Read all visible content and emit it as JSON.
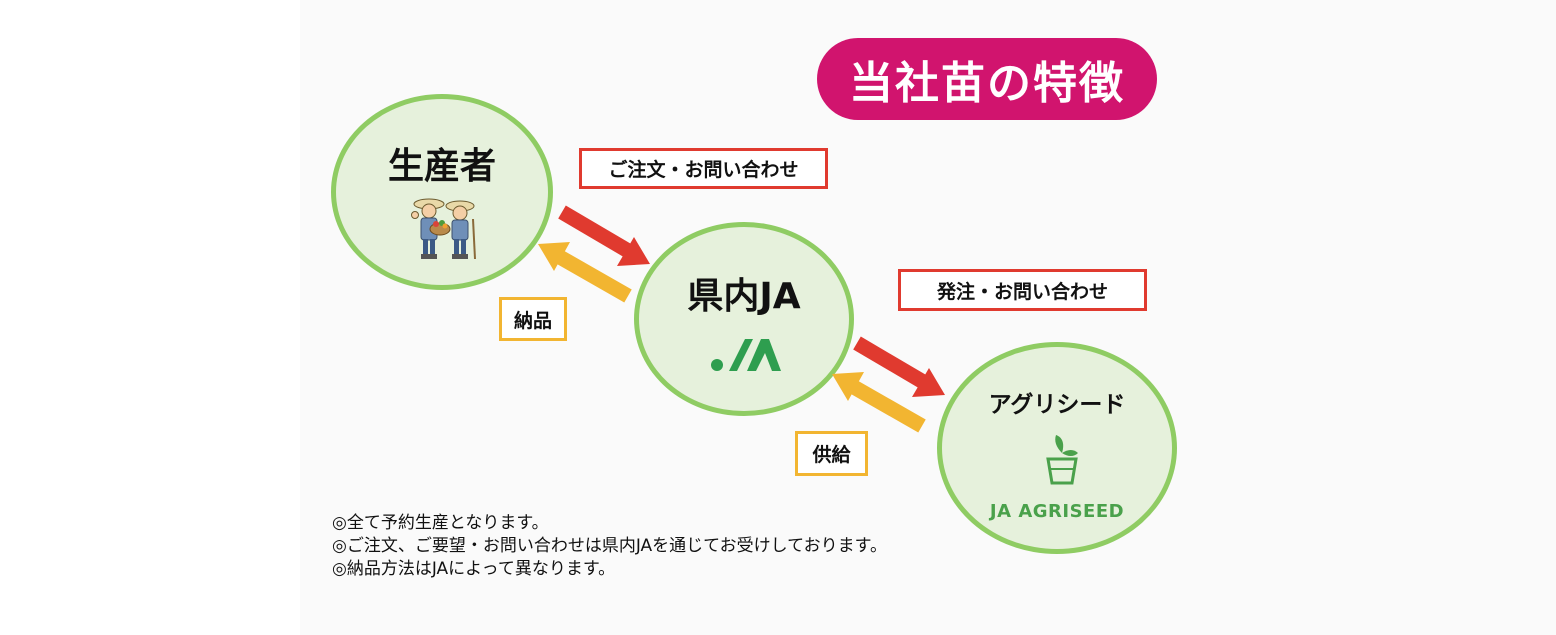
{
  "title": "当社苗の特徴",
  "nodes": {
    "producer": {
      "label": "生産者"
    },
    "ja": {
      "label": "県内JA"
    },
    "agriseed": {
      "label": "アグリシード",
      "logo_text": "JA AGRISEED"
    }
  },
  "flow_labels": {
    "order_inquiry": "ご注文・お問い合わせ",
    "delivery": "納品",
    "purchase_inquiry": "発注・お問い合わせ",
    "supply": "供給"
  },
  "notes": [
    "◎全て予約生産となります。",
    "◎ご注文、ご要望・お問い合わせは県内JAを通じてお受けしております。",
    "◎納品方法はJAによって異なります。"
  ],
  "icons": {
    "producer": "farmers-illustration-icon",
    "ja": "ja-logo-icon",
    "agriseed": "seedling-cup-icon"
  },
  "colors": {
    "title_bg": "#d1146e",
    "node_border": "#8fcc63",
    "node_fill": "#e6f1dc",
    "red_arrow": "#e03a2f",
    "yellow_arrow": "#f2b531",
    "ja_green": "#2e9e4f",
    "agriseed_green": "#4aa14b"
  }
}
